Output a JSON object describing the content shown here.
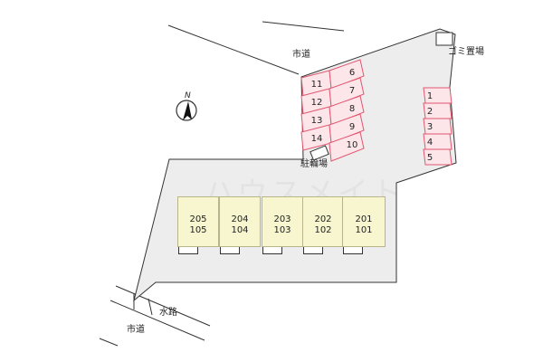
{
  "labels": {
    "road_top": "市道",
    "road_bottom": "市道",
    "garbage": "ゴミ置場",
    "bicycle": "駐輪場",
    "waterway": "水路",
    "north": "N"
  },
  "parking_left": [
    "11",
    "12",
    "13",
    "14"
  ],
  "parking_right": [
    "6",
    "7",
    "8",
    "9",
    "10"
  ],
  "parking_side": [
    "1",
    "2",
    "3",
    "4",
    "5"
  ],
  "units": [
    {
      "upper": "205",
      "lower": "105"
    },
    {
      "upper": "204",
      "lower": "104"
    },
    {
      "upper": "203",
      "lower": "103"
    },
    {
      "upper": "202",
      "lower": "102"
    },
    {
      "upper": "201",
      "lower": "101"
    }
  ],
  "colors": {
    "lot": "#ededed",
    "parking_fill": "#fde6ea",
    "parking_stroke": "#e0566e",
    "building": "#f7f6cf"
  }
}
